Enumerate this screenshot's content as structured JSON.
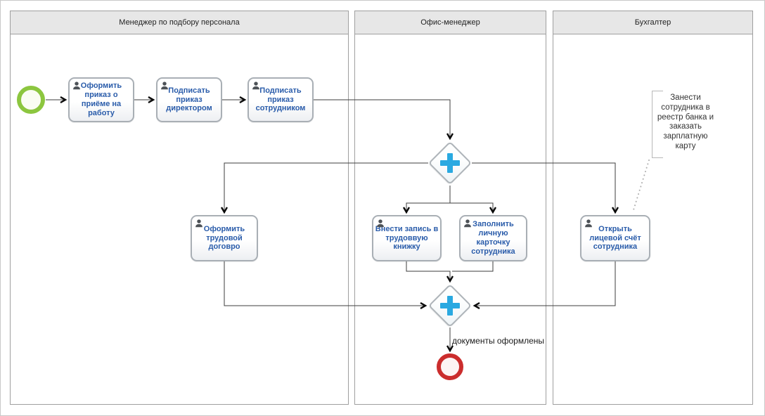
{
  "lanes": [
    {
      "label": "Менеджер по подбору персонала"
    },
    {
      "label": "Офис-менеджер"
    },
    {
      "label": "Бухгалтер"
    }
  ],
  "tasks": [
    {
      "label": "Оформить приказ о приёме на работу"
    },
    {
      "label": "Подписать приказ директором"
    },
    {
      "label": "Подписать приказ сотрудником"
    },
    {
      "label": "Оформить трудовой договро"
    },
    {
      "label": "Внести запись в трудоввую книжку"
    },
    {
      "label": "Заполнить личную карточку сотрудника"
    },
    {
      "label": "Открыть лицевой счёт сотрудника"
    }
  ],
  "gateways": [
    {
      "type": "parallel"
    },
    {
      "type": "parallel"
    }
  ],
  "annotation": {
    "text": "Занести сотрудника в реестр банка и заказать зарплатную карту"
  },
  "flow_labels": {
    "to_end_event": "документы оформлены"
  },
  "colors": {
    "start_event_ring": "#8cc63f",
    "end_event_ring": "#cb2d2d",
    "gateway_plus": "#29a9e1",
    "task_label": "#2a5caa",
    "shape_border": "#a9afb5",
    "lane_header_bg": "#e7e7e7"
  },
  "icons": {
    "task_icon": "person-icon",
    "gateway_icon": "plus-icon"
  }
}
